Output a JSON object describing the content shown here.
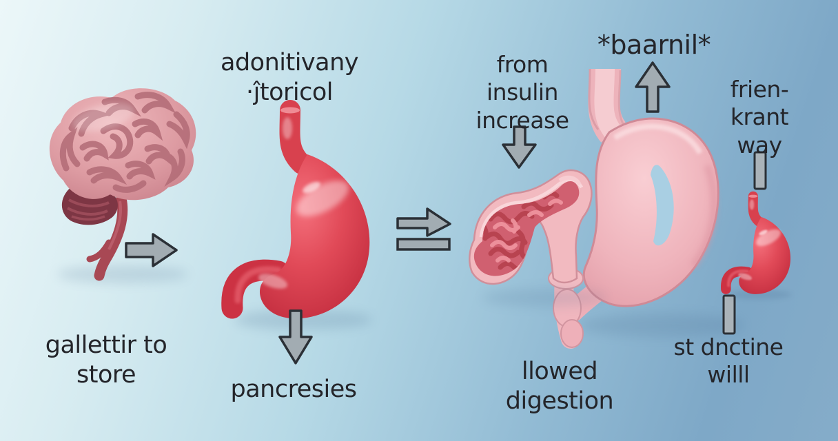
{
  "figure": {
    "title_note": "stylized digestive-system flow illustration",
    "labels": {
      "top_center": "adonitivany\n·ĵtoricol",
      "insulin": "from\ninsulin\nincrease",
      "baarnil": "*baarnil*",
      "frien": "frien-\nkrant\nway",
      "gallettir": "gallettir to\nstore",
      "pancreas": "pancresies",
      "digestion": "llowed\ndigestion",
      "intestine": "st dnctine\nwilll"
    },
    "organs": {
      "left": "brain",
      "center": "stomach",
      "center_right": "stomach-cross-section-with-rugae",
      "right": "large-pale-stomach",
      "far_right": "small-stomach"
    },
    "colors": {
      "background_light": "#ecf7f9",
      "background_dark": "#7ea8c7",
      "text": "#24252a",
      "arrow_fill": "#a2acb2",
      "arrow_outline": "#2b3036",
      "stomach_red": "#d93a4c",
      "stomach_pale_pink": "#efb4bc",
      "cross_section_interior": "#d06070",
      "brain_pink": "#dd9ba1",
      "cerebellum_maroon": "#7d3644",
      "blue_slit": "#a9cfe3"
    }
  }
}
